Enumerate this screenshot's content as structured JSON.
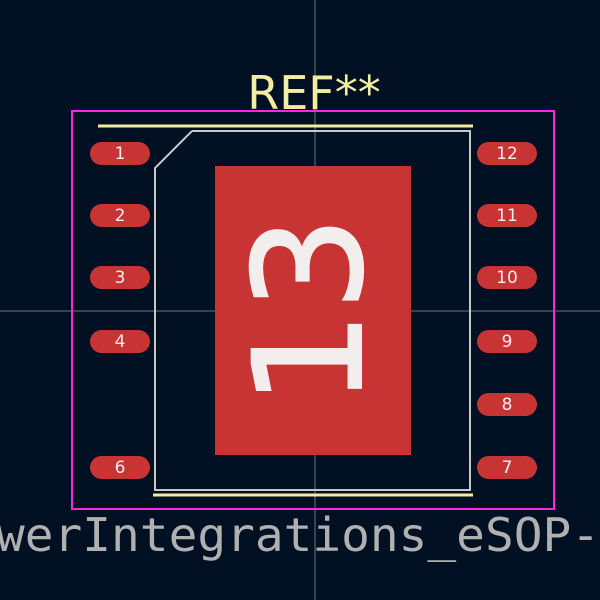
{
  "colors": {
    "background": "#001023",
    "crosshair": "#c8c8c8",
    "courtyard": "#ff26e2",
    "silkscreen": "#f2eda1",
    "fabrication": "#c8c8c8",
    "pad": "#c83434",
    "pad_text": "#f2eeee",
    "value_text": "#b0b0b0"
  },
  "footprint": {
    "reference": "REF**",
    "value_visible": "werIntegrations_eSOP-",
    "exposed_pad": "13",
    "pins": [
      {
        "label": "1"
      },
      {
        "label": "2"
      },
      {
        "label": "3"
      },
      {
        "label": "4"
      },
      {
        "label": "6"
      },
      {
        "label": "7"
      },
      {
        "label": "8"
      },
      {
        "label": "9"
      },
      {
        "label": "10"
      },
      {
        "label": "11"
      },
      {
        "label": "12"
      }
    ]
  }
}
